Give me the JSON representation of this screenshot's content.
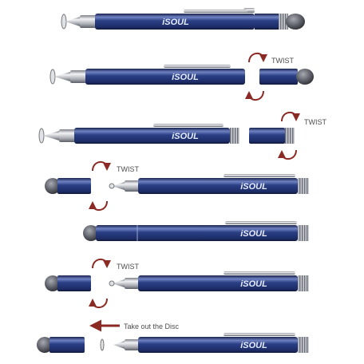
{
  "brand": "iSOUL",
  "labels": {
    "twist": "TWIST",
    "take_out": "Take out the Disc"
  },
  "colors": {
    "barrel": "#2b3f86",
    "barrel_highlight": "#6f82c2",
    "barrel_shadow": "#16214d",
    "chrome": "#c9ccd2",
    "mesh_tip": "#4a4d55",
    "arrow": "#8b2a24",
    "label_text": "#4d4d4d"
  },
  "steps": [
    {
      "caption": ""
    },
    {
      "caption": "TWIST"
    },
    {
      "caption": "TWIST"
    },
    {
      "caption": "TWIST"
    },
    {
      "caption": ""
    },
    {
      "caption": "TWIST"
    },
    {
      "caption": "Take out the Disc"
    }
  ]
}
